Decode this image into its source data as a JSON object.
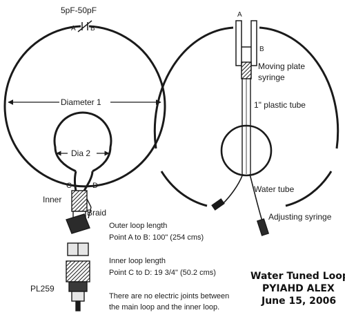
{
  "labels": {
    "capacitor": "5pF-50pF",
    "left_a": "A",
    "left_b": "B",
    "diameter1": "Diameter 1",
    "dia2": "Dia 2",
    "c": "C",
    "d": "D",
    "inner": "Inner",
    "braid": "Braid",
    "pl259": "PL259",
    "right_a": "A",
    "right_b": "B",
    "moving_plate_1": "Moving plate",
    "moving_plate_2": "syringe",
    "plastic_tube": "1\" plastic tube",
    "water_tube": "Water tube",
    "adjusting_syringe": "Adjusting syringe"
  },
  "notes": {
    "outer_title": "Outer loop length",
    "outer_value": "Point A to B: 100\" (254 cms)",
    "inner_title": "Inner loop length",
    "inner_value": "Point C to D: 19 3/4\" (50.2 cms)",
    "joints_1": "There are no electric joints between",
    "joints_2": "the main loop and the inner loop."
  },
  "stamp": {
    "line1": "Water Tuned Loop",
    "line2": "PYIAHD ALEX",
    "line3": "June 15, 2006"
  },
  "colors": {
    "ink": "#1a1a1a",
    "paper": "#ffffff",
    "shade": "#3a3a3a"
  }
}
